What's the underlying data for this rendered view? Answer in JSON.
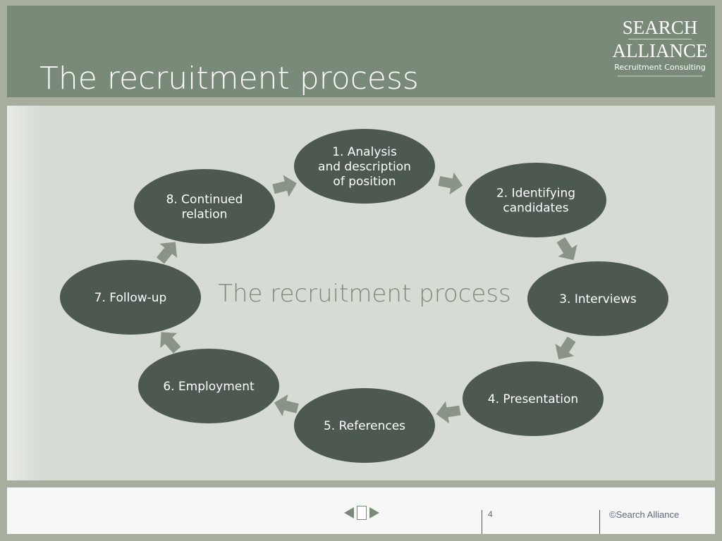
{
  "slide": {
    "title": "The recruitment process",
    "center_text": "The recruitment process",
    "page_number": "4",
    "copyright": "©Search Alliance"
  },
  "logo": {
    "line1": "SEARCH",
    "line2": "ALLIANCE",
    "line3": "Recruitment Consulting"
  },
  "colors": {
    "header": "#7a8a78",
    "node_fill": "#4d5850",
    "arrow_fill": "#8a9486",
    "content_bg": "#d6dbd4"
  },
  "cycle": {
    "nodes": [
      {
        "lines": [
          "1. Analysis",
          "and description",
          "of position"
        ]
      },
      {
        "lines": [
          "2. Identifying",
          "candidates"
        ]
      },
      {
        "lines": [
          "3. Interviews"
        ]
      },
      {
        "lines": [
          "4. Presentation"
        ]
      },
      {
        "lines": [
          "5. References"
        ]
      },
      {
        "lines": [
          "6. Employment"
        ]
      },
      {
        "lines": [
          "7. Follow-up"
        ]
      },
      {
        "lines": [
          "8. Continued",
          "relation"
        ]
      }
    ]
  },
  "footer": {
    "nav_prev_icon": "triangle-left-icon",
    "nav_home_icon": "slide-icon",
    "nav_next_icon": "triangle-right-icon"
  }
}
